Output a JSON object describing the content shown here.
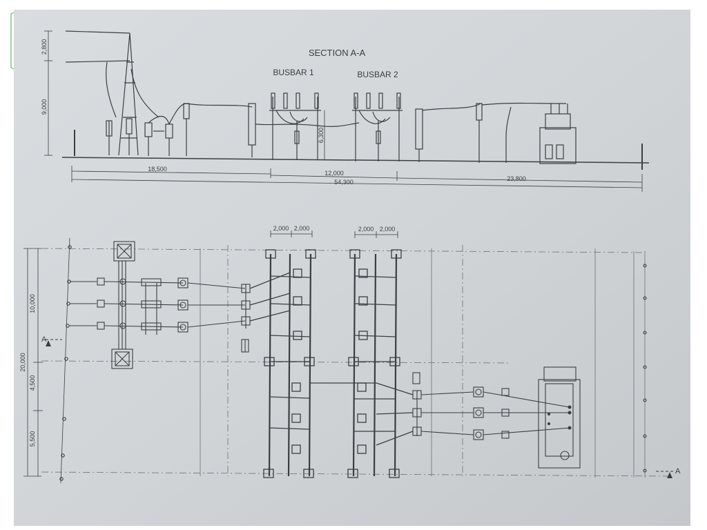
{
  "section_title": "SECTION A-A",
  "busbar_labels": [
    "BUSBAR 1",
    "BUSBAR 2"
  ],
  "section_dimensions": {
    "tower_upper": "2,800",
    "tower_height": "9,000",
    "busbar_height": "6,300",
    "bay_left": "18,500",
    "busbar_span": "12,000",
    "overall": "54,300",
    "bay_right": "23,800"
  },
  "plan_dimensions": {
    "busbar1_spacing": [
      "2,000",
      "2,000"
    ],
    "busbar2_spacing": [
      "2,000",
      "2,000"
    ],
    "overall_width": "20,000",
    "upper_span": "10,000",
    "middle_span": "4,500",
    "lower_span": "5,500"
  },
  "section_marker": "A",
  "colors": {
    "paper": "#d3d7da",
    "ink": "#3a3e42",
    "ink_light": "#6b7075",
    "background": "#ffffff"
  }
}
